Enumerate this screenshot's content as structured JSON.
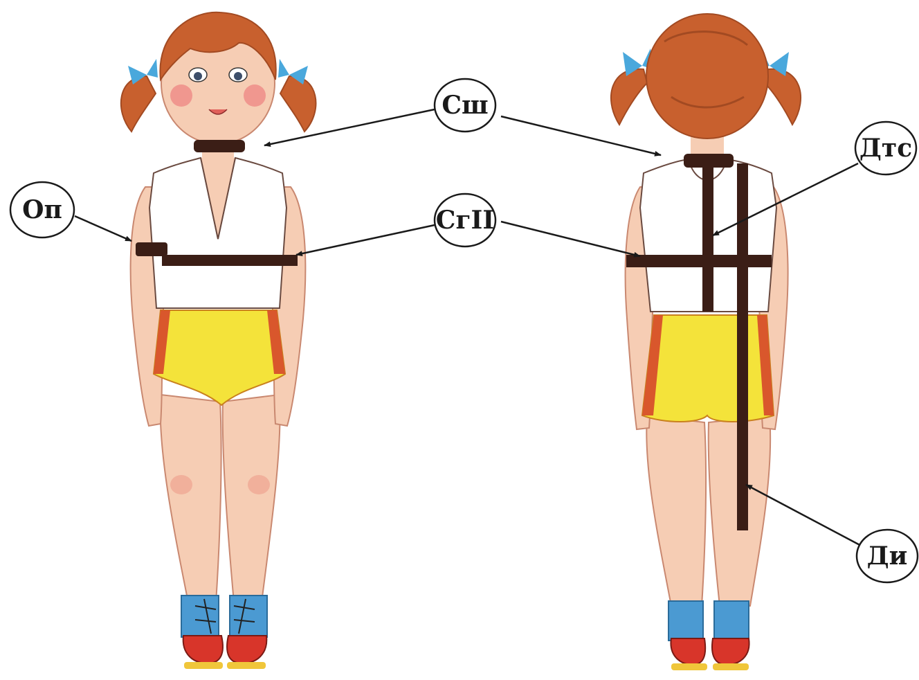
{
  "labels": {
    "sh": "Сш",
    "gp": "СгII",
    "op": "Оп",
    "dts": "Дтс",
    "di": "Ди"
  },
  "colors": {
    "skin": "#f6cdb4",
    "skin_shadow": "#e9a68c",
    "cheek": "#ef8a86",
    "hair": "#c8602e",
    "hair_dark": "#a24a22",
    "bow": "#4aa8dc",
    "top": "#ffffff",
    "shorts": "#f4e33a",
    "shorts_stripe": "#d9572c",
    "tape": "#3b1e16",
    "sock": "#4b9ad2",
    "shoe": "#d8352a",
    "sole": "#f0c63a"
  }
}
